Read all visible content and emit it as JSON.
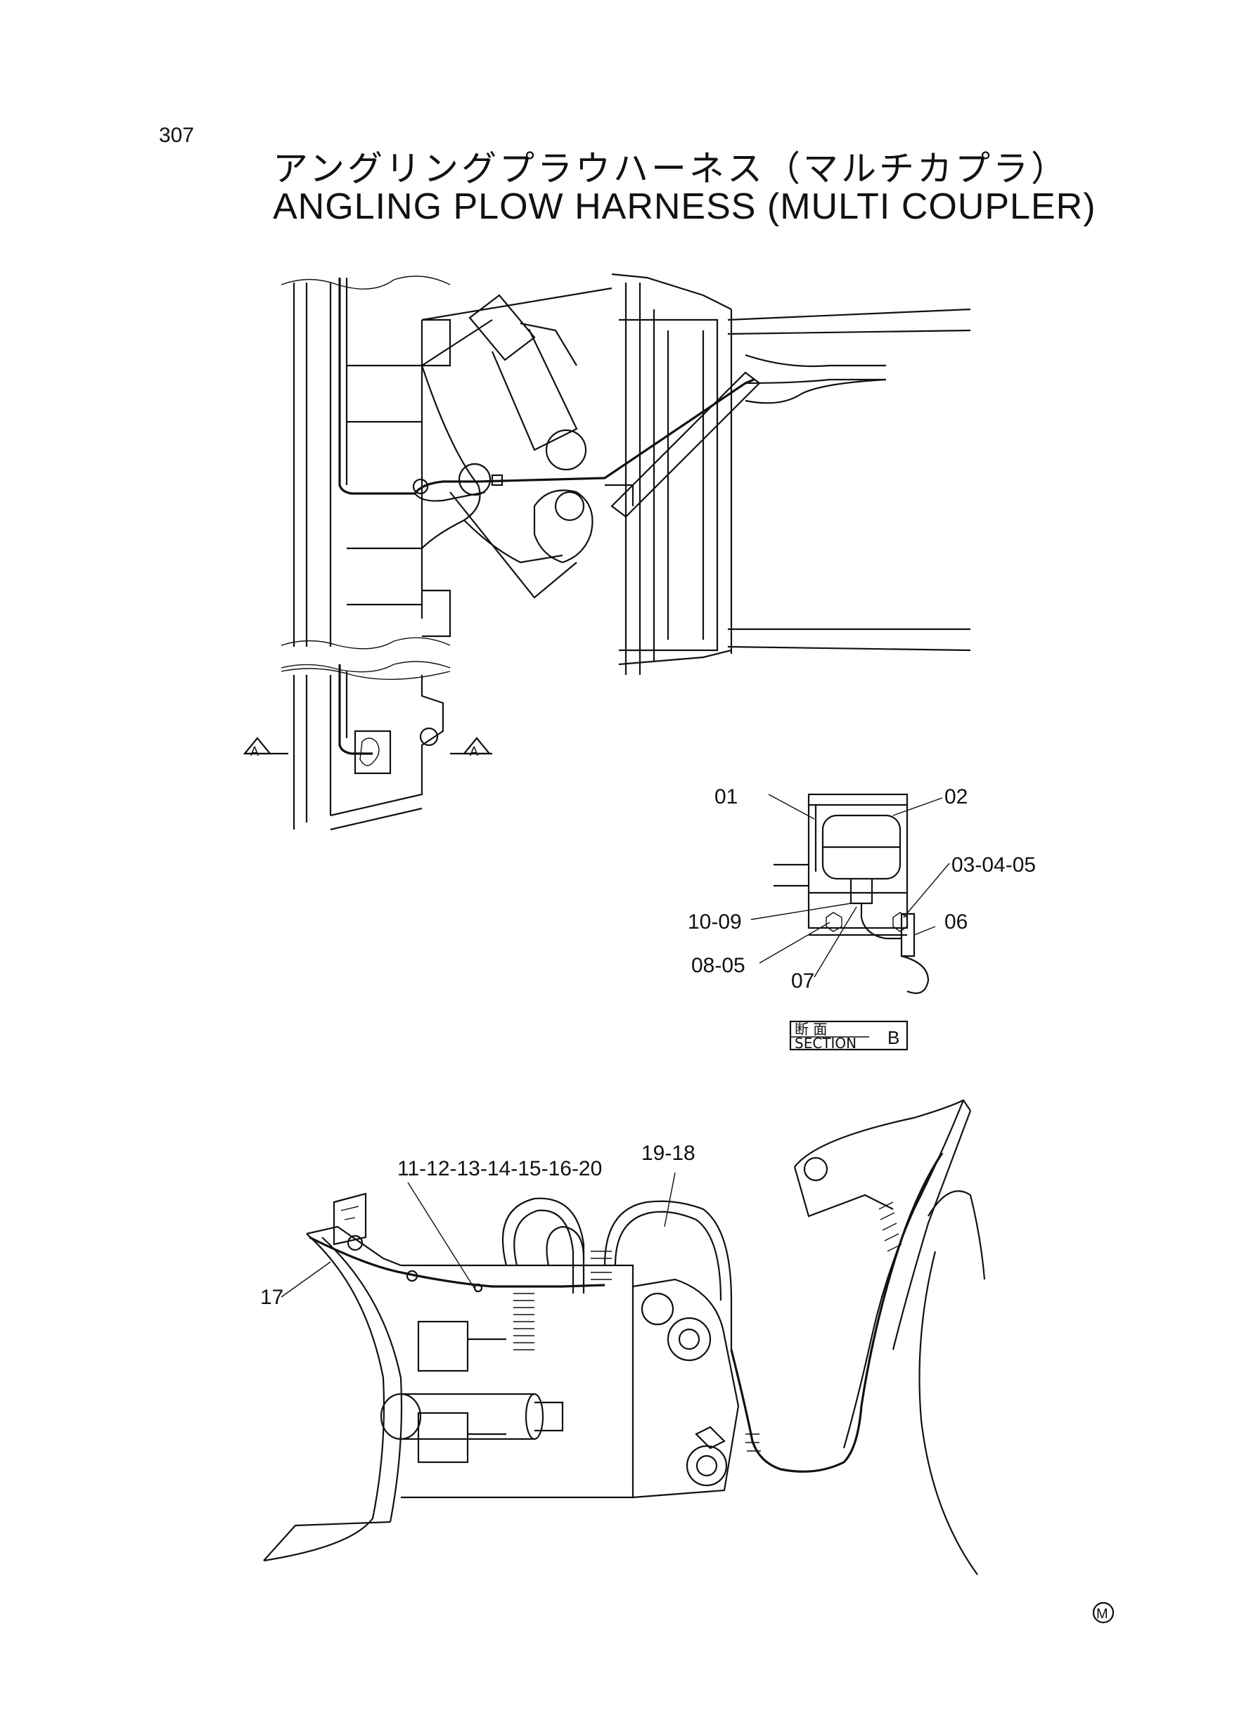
{
  "page_number": "307",
  "title_jp": "アングリングプラウハーネス（マルチカプラ）",
  "title_en": "ANGLING PLOW HARNESS (MULTI COUPLER)",
  "view_markers": [
    "A",
    "A"
  ],
  "section": {
    "jp": "断 面",
    "en": "SECTION",
    "letter": "B"
  },
  "callouts": {
    "c01": "01",
    "c02": "02",
    "c030405": "03-04-05",
    "c1009": "10-09",
    "c06": "06",
    "c0805": "08-05",
    "c07": "07",
    "c1920": "11-12-13-14-15-16-20",
    "c1918": "19-18",
    "c17": "17"
  },
  "mark": "M"
}
